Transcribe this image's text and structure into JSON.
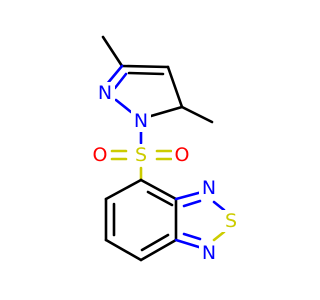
{
  "molecule": {
    "atoms": {
      "n_pyrazole_2": {
        "symbol": "N",
        "color": "#0000FF"
      },
      "n_pyrazole_1": {
        "symbol": "N",
        "color": "#0000FF"
      },
      "s_sulfonyl": {
        "symbol": "S",
        "color": "#CCCC00"
      },
      "o_left": {
        "symbol": "O",
        "color": "#FF0000"
      },
      "o_right": {
        "symbol": "O",
        "color": "#FF0000"
      },
      "n_thiadiazole_top": {
        "symbol": "N",
        "color": "#0000FF"
      },
      "s_thiadiazole": {
        "symbol": "S",
        "color": "#CCCC00"
      },
      "n_thiadiazole_bottom": {
        "symbol": "N",
        "color": "#0000FF"
      }
    }
  }
}
